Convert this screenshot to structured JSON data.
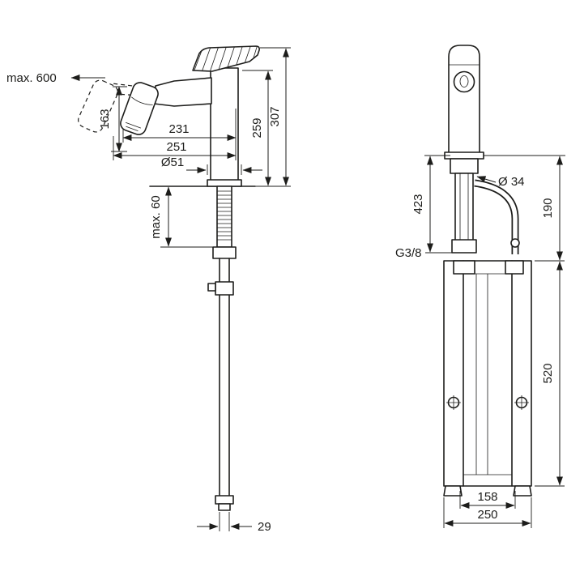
{
  "drawing": {
    "side_view": {
      "max_pullout": "max. 600",
      "outlet_height": "163",
      "reach": "231",
      "reach_total": "251",
      "base_diameter": "Ø51",
      "body_height": "259",
      "total_height": "307",
      "counter_thickness": "max. 60",
      "hose_width": "29"
    },
    "front_view": {
      "hose_length": "423",
      "shank_diameter": "Ø 34",
      "box_offset": "190",
      "connection_thread": "G3/8",
      "box_height": "520",
      "feet_spacing": "158",
      "box_width": "250"
    }
  }
}
